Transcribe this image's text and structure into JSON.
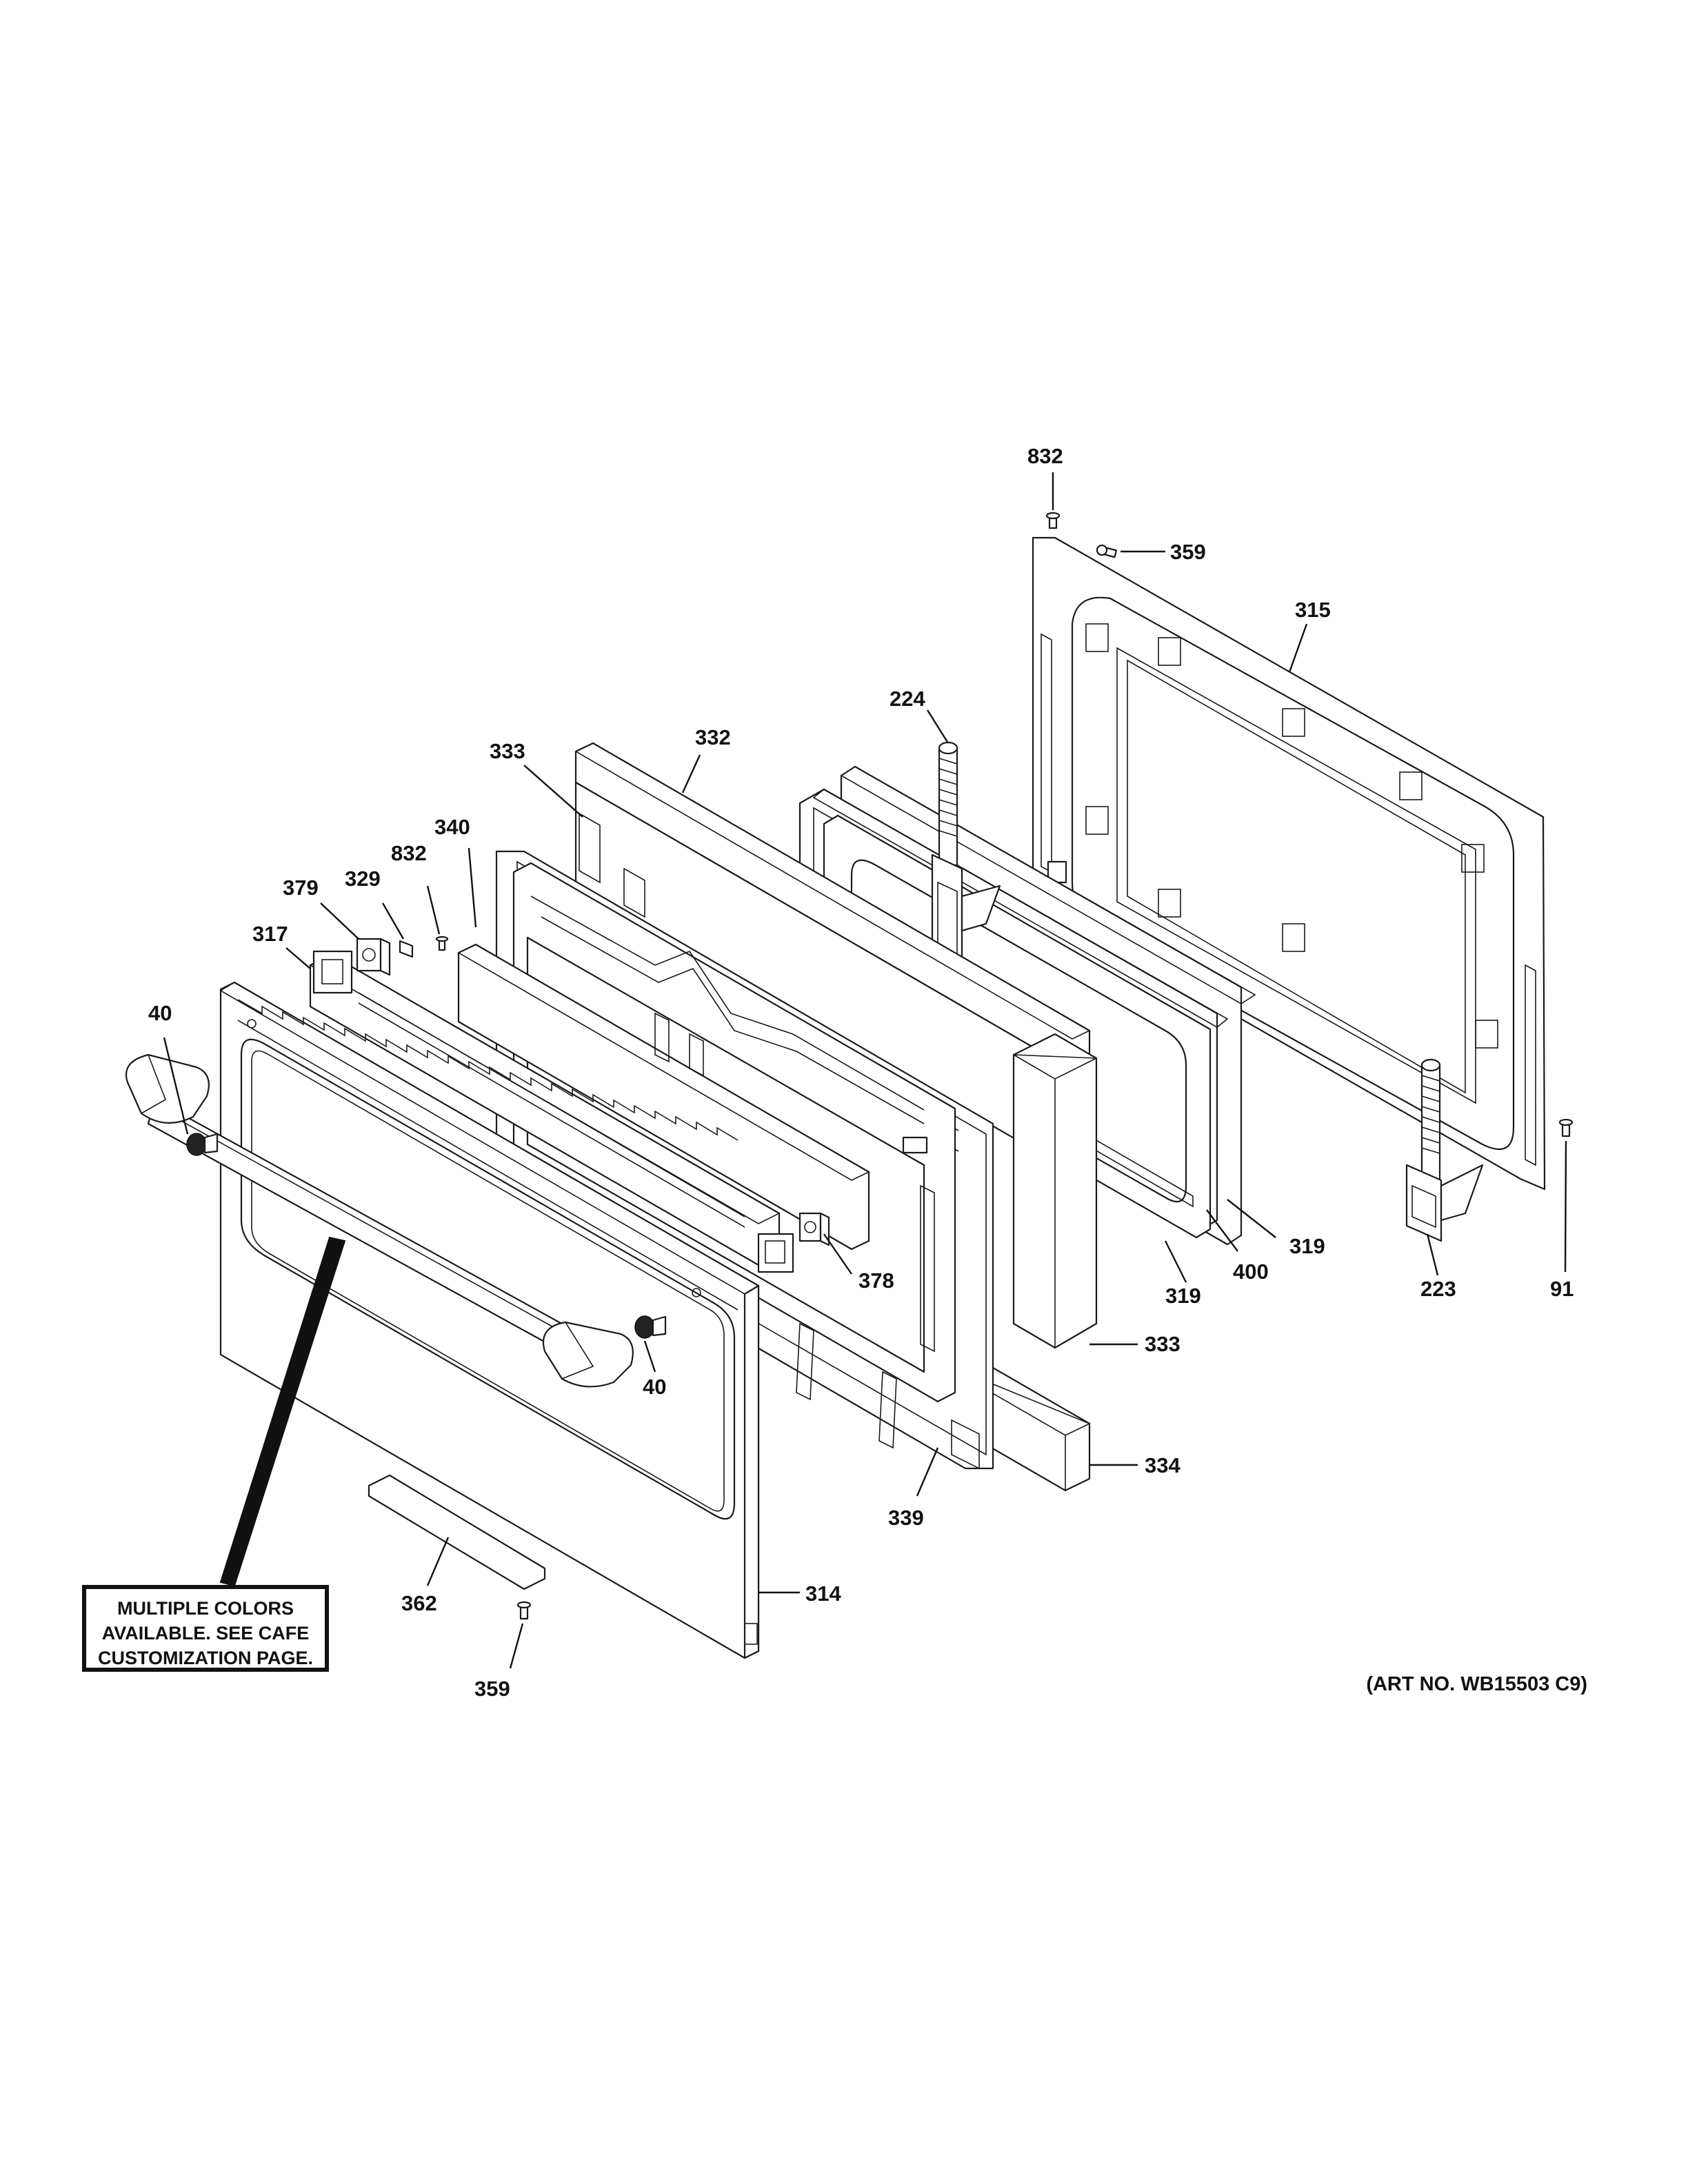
{
  "callouts": {
    "c832_top": "832",
    "c359_top": "359",
    "c315": "315",
    "c224": "224",
    "c332": "332",
    "c333_top": "333",
    "c340": "340",
    "c832_mid": "832",
    "c329": "329",
    "c379": "379",
    "c317": "317",
    "c40_left": "40",
    "c40_right": "40",
    "c378": "378",
    "c319_right": "319",
    "c319_left": "319",
    "c400": "400",
    "c223": "223",
    "c91": "91",
    "c333_bottom": "333",
    "c334": "334",
    "c339": "339",
    "c314": "314",
    "c362": "362",
    "c359_bottom": "359"
  },
  "note": {
    "line1": "MULTIPLE COLORS",
    "line2": "AVAILABLE. SEE CAFE",
    "line3": "CUSTOMIZATION PAGE."
  },
  "art_number": "(ART NO. WB15503 C9)"
}
